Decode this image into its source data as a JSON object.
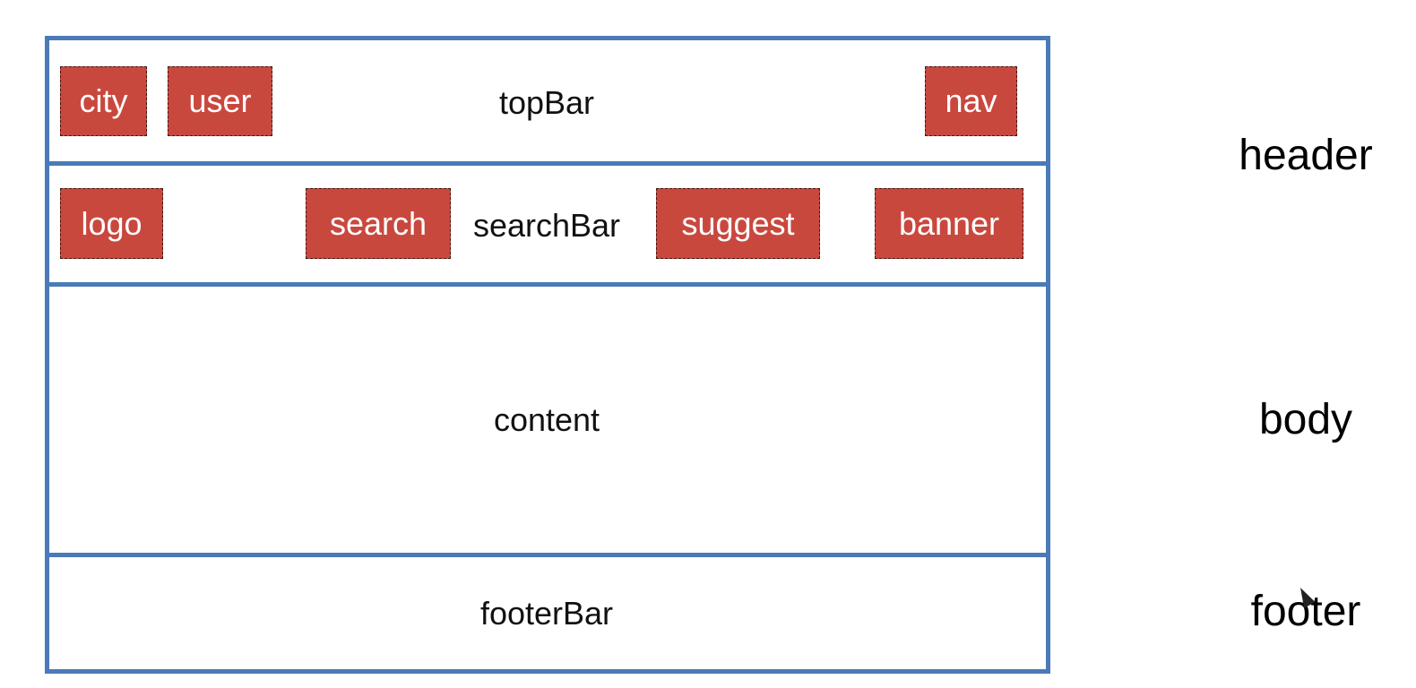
{
  "layout_diagram": {
    "top_bar": {
      "label": "topBar",
      "items": [
        "city",
        "user",
        "nav"
      ]
    },
    "search_bar": {
      "label": "searchBar",
      "items": [
        "logo",
        "search",
        "suggest",
        "banner"
      ]
    },
    "content": {
      "label": "content"
    },
    "footer_bar": {
      "label": "footerBar"
    }
  },
  "side_labels": {
    "header": "header",
    "body": "body",
    "footer": "footer"
  },
  "colors": {
    "frame_border": "#4a7ab8",
    "chip_fill": "#c9483e",
    "chip_text": "#ffffff",
    "text": "#111111"
  }
}
